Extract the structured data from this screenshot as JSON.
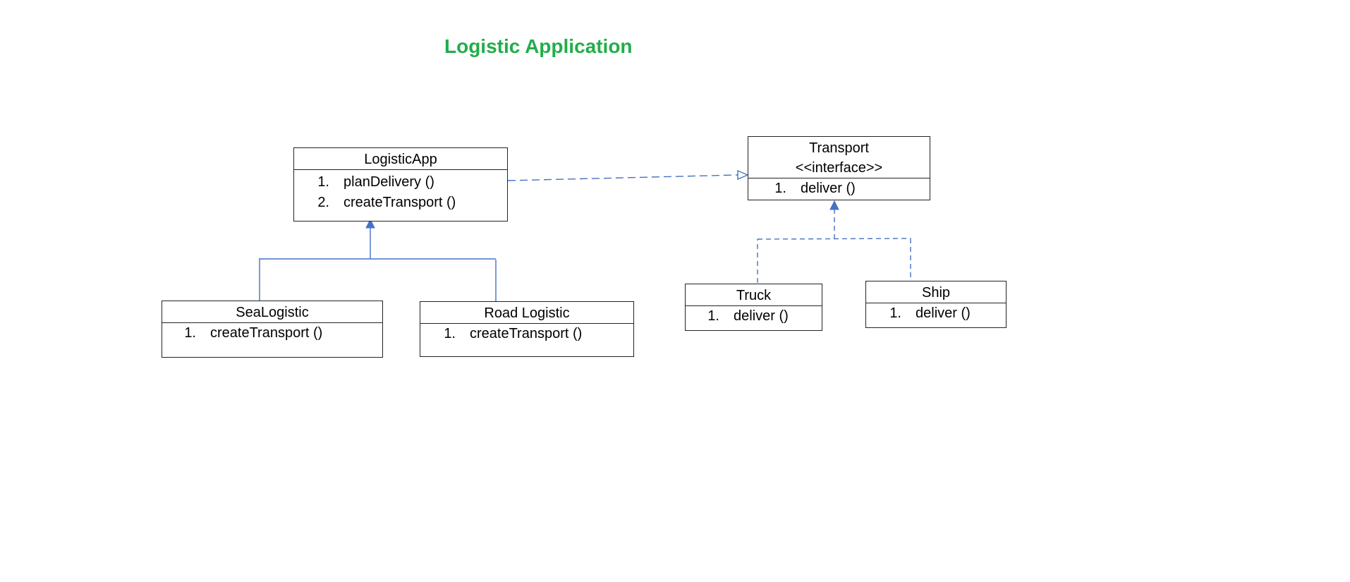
{
  "title": "Logistic Application",
  "colors": {
    "title": "#22ad4b",
    "connector": "#4472c4",
    "border": "#222222"
  },
  "classes": {
    "logistic_app": {
      "name": "LogisticApp",
      "methods": [
        {
          "num": "1.",
          "text": "planDelivery ()"
        },
        {
          "num": "2.",
          "text": "createTransport ()"
        }
      ]
    },
    "transport": {
      "name": "Transport",
      "stereotype": "<<interface>>",
      "methods": [
        {
          "num": "1.",
          "text": "deliver ()"
        }
      ]
    },
    "sea_logistic": {
      "name": "SeaLogistic",
      "methods": [
        {
          "num": "1.",
          "text": "createTransport ()"
        }
      ]
    },
    "road_logistic": {
      "name": "Road Logistic",
      "methods": [
        {
          "num": "1.",
          "text": "createTransport ()"
        }
      ]
    },
    "truck": {
      "name": "Truck",
      "methods": [
        {
          "num": "1.",
          "text": "deliver ()"
        }
      ]
    },
    "ship": {
      "name": "Ship",
      "methods": [
        {
          "num": "1.",
          "text": "deliver ()"
        }
      ]
    }
  },
  "relations": [
    {
      "from": "sea_logistic",
      "to": "logistic_app",
      "type": "inheritance"
    },
    {
      "from": "road_logistic",
      "to": "logistic_app",
      "type": "inheritance"
    },
    {
      "from": "logistic_app",
      "to": "transport",
      "type": "dependency"
    },
    {
      "from": "truck",
      "to": "transport",
      "type": "realization"
    },
    {
      "from": "ship",
      "to": "transport",
      "type": "realization"
    }
  ]
}
